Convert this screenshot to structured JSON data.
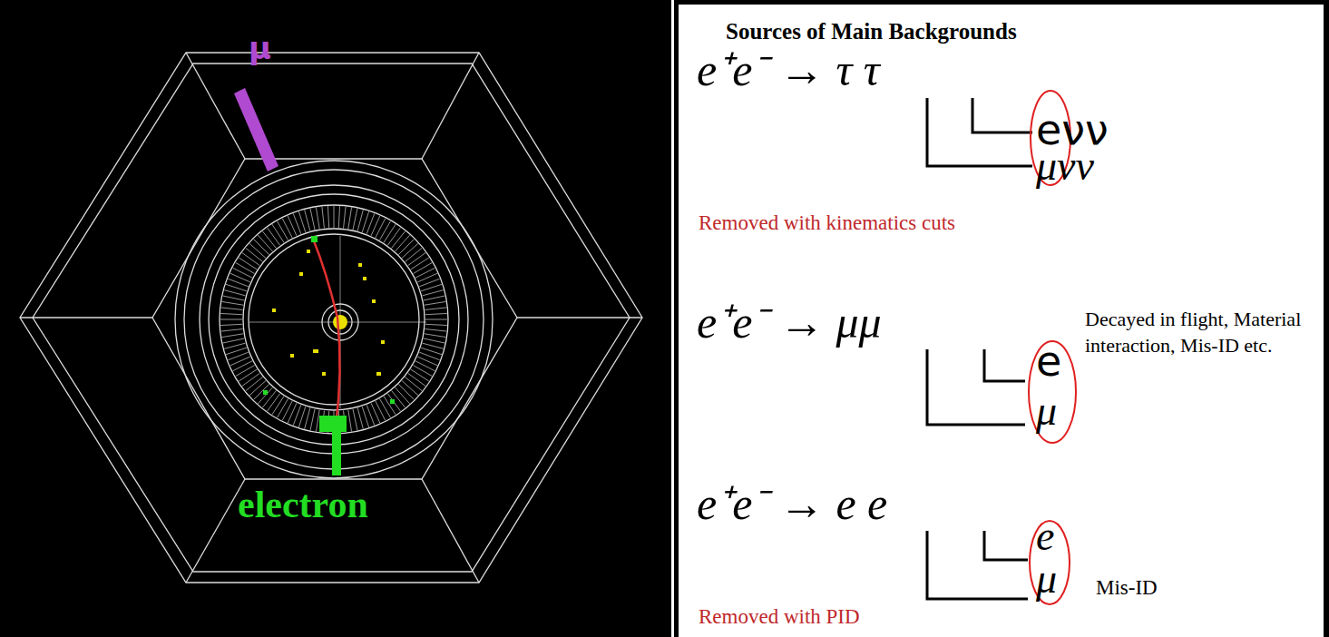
{
  "diagram": {
    "title": "Sources of Main Backgrounds",
    "labels": [
      "μ",
      "electron",
      "e⁺e⁻ → τ τ",
      "eνν",
      "μνν",
      "Removed with kinematics cuts",
      "e⁺e⁻ → μμ",
      "e",
      "μ",
      "Decayed in flight, Material interaction, Mis-ID etc.",
      "e⁺e⁻ → e e",
      "e",
      "μ",
      "Mis-ID",
      "Removed with PID"
    ]
  }
}
